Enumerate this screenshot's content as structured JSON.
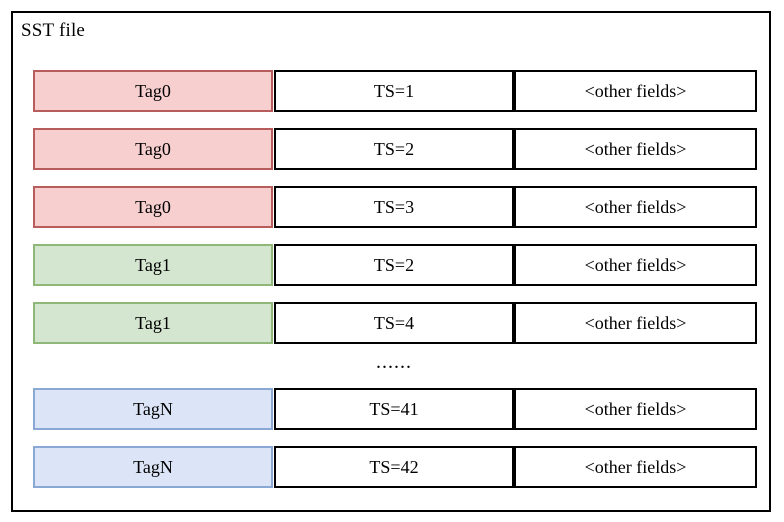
{
  "diagram": {
    "title": "SST file",
    "columns": [
      "tag",
      "timestamp",
      "other"
    ],
    "palette": {
      "pink_fill": "#f8cfcf",
      "pink_border": "#b85c5c",
      "green_fill": "#d5e6d0",
      "green_border": "#8fb878",
      "blue_fill": "#dbe5f7",
      "blue_border": "#8aa8d4",
      "plain_border": "#000000",
      "background": "#ffffff"
    },
    "ellipsis": "......",
    "rows": [
      {
        "tag": "Tag0",
        "ts": "TS=1",
        "other": "<other fields>",
        "tone": "pink"
      },
      {
        "tag": "Tag0",
        "ts": "TS=2",
        "other": "<other fields>",
        "tone": "pink"
      },
      {
        "tag": "Tag0",
        "ts": "TS=3",
        "other": "<other fields>",
        "tone": "pink"
      },
      {
        "tag": "Tag1",
        "ts": "TS=2",
        "other": "<other fields>",
        "tone": "green"
      },
      {
        "tag": "Tag1",
        "ts": "TS=4",
        "other": "<other fields>",
        "tone": "green"
      },
      {
        "tag": "TagN",
        "ts": "TS=41",
        "other": "<other fields>",
        "tone": "blue"
      },
      {
        "tag": "TagN",
        "ts": "TS=42",
        "other": "<other fields>",
        "tone": "blue"
      }
    ]
  }
}
